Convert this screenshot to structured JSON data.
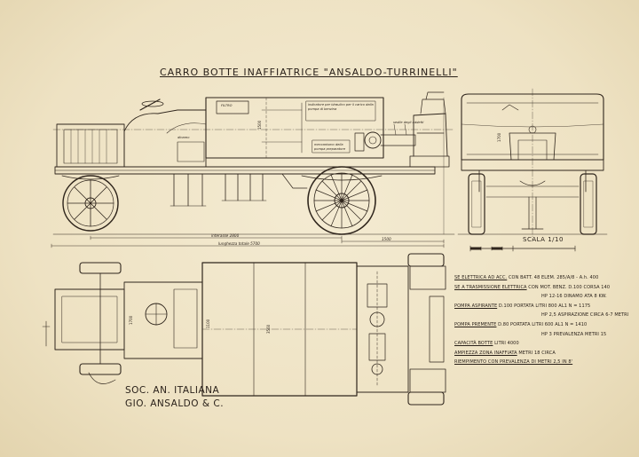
{
  "title": "CARRO BOTTE INAFFIATRICE \"ANSALDO-TURRINELLI\"",
  "scale": "SCALA 1/10",
  "company": [
    "SOC. AN. ITALIANA",
    "GIO. ANSALDO & C."
  ],
  "specs": [
    {
      "label": "SE ELETTRICA AD ACC.",
      "value": "CON BATT. 48 ELEM. 285/A/8 - A.h. 400"
    },
    {
      "label": "SE A TRASMISSIONE ELETTRICA",
      "value": "CON MOT. BENZ. D.100 CORSA 140"
    },
    {
      "label": "",
      "value": "HP 12-16 DINAMO ATA 8 KW."
    },
    {
      "label": "POMPA ASPIRANTE",
      "value": "D.100 PORTATA LITRI 800 AL1 N = 1175"
    },
    {
      "label": "",
      "value": "HP 2,5 ASPIRAZIONE CIRCA 6-7 METRI"
    },
    {
      "label": "POMPA PREMENTE",
      "value": "D.80 PORTATA LITRI 600 AL1 N = 1410"
    },
    {
      "label": "",
      "value": "HP 3 PREVALENZA METRI 15"
    },
    {
      "label": "CAPACITÀ BOTTE",
      "value": "LITRI 4000"
    },
    {
      "label": "AMPIEZZA ZONA INAFFIATA",
      "value": "METRI 18 CIRCA"
    },
    {
      "label": "RIEMPIMENTO CON PREVALENZA DI METRI 2,5 IN 8'",
      "value": ""
    }
  ],
  "dimensions": {
    "wheelbase": "interasse 2800",
    "total_length": "lunghezza totale 5700",
    "rear_overhang": "1500",
    "tank_height_side": "1500",
    "tank_height_front": "1700",
    "tank_length_top": "3560",
    "tank_width_top": "1100",
    "axle_top": "1700"
  },
  "notes": {
    "tank_hatch": "FILTRO",
    "pump_note": "indicatore per idraulico per il carico della pompa di benzina",
    "seat_note": "sedile degli addetti",
    "pump_detail": "meccanismo della pompa preparatore",
    "dynamo_label": "dinamo"
  }
}
